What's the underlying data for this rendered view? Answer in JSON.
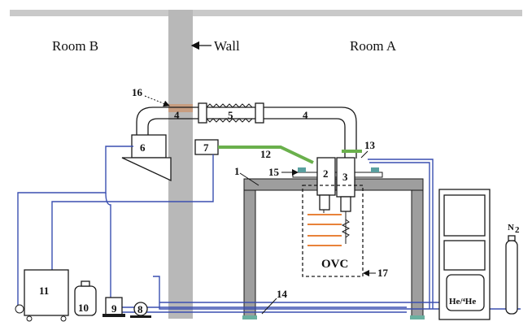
{
  "labels": {
    "room_b": "Room B",
    "room_a": "Room A",
    "wall": "Wall",
    "ovc": "OVC",
    "mixer": "He/⁴He",
    "n2_main": "N",
    "n2_sub": "2"
  },
  "numbers": {
    "n1": "1",
    "n2": "2",
    "n3": "3",
    "n4a": "4",
    "n4b": "4",
    "n5": "5",
    "n6": "6",
    "n7": "7",
    "n8": "8",
    "n9": "9",
    "n10": "10",
    "n11": "11",
    "n12": "12",
    "n13": "13",
    "n14": "14",
    "n15": "15",
    "n16": "16",
    "n17": "17"
  },
  "colors": {
    "wall": "#b8b8b8",
    "table": "#9e9e9e",
    "gas_line": "#3a4fb0",
    "green_line": "#6ab04c",
    "orange_plates": "#e8823a"
  }
}
